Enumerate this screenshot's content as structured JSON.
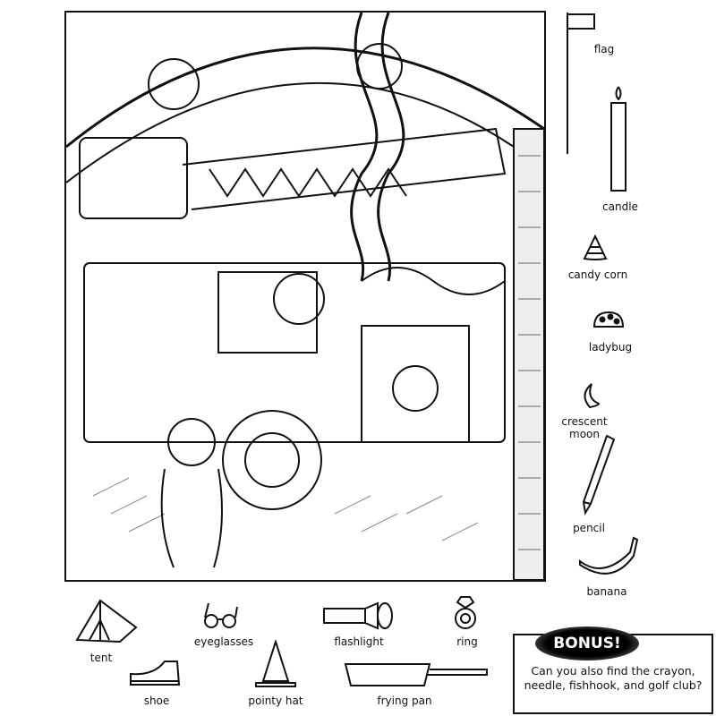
{
  "items_right": [
    {
      "name": "flag",
      "label": "flag"
    },
    {
      "name": "candle",
      "label": "candle"
    },
    {
      "name": "candy-corn",
      "label": "candy corn"
    },
    {
      "name": "ladybug",
      "label": "ladybug"
    },
    {
      "name": "crescent-moon",
      "label": "crescent\nmoon"
    },
    {
      "name": "pencil",
      "label": "pencil"
    },
    {
      "name": "banana",
      "label": "banana"
    }
  ],
  "items_bottom": [
    {
      "name": "tent",
      "label": "tent"
    },
    {
      "name": "eyeglasses",
      "label": "eyeglasses"
    },
    {
      "name": "flashlight",
      "label": "flashlight"
    },
    {
      "name": "ring",
      "label": "ring"
    },
    {
      "name": "shoe",
      "label": "shoe"
    },
    {
      "name": "pointy-hat",
      "label": "pointy hat"
    },
    {
      "name": "frying-pan",
      "label": "frying pan"
    }
  ],
  "bonus": {
    "badge": "BONUS!",
    "text": "Can you also find the crayon, needle, fishhook, and golf club?"
  }
}
